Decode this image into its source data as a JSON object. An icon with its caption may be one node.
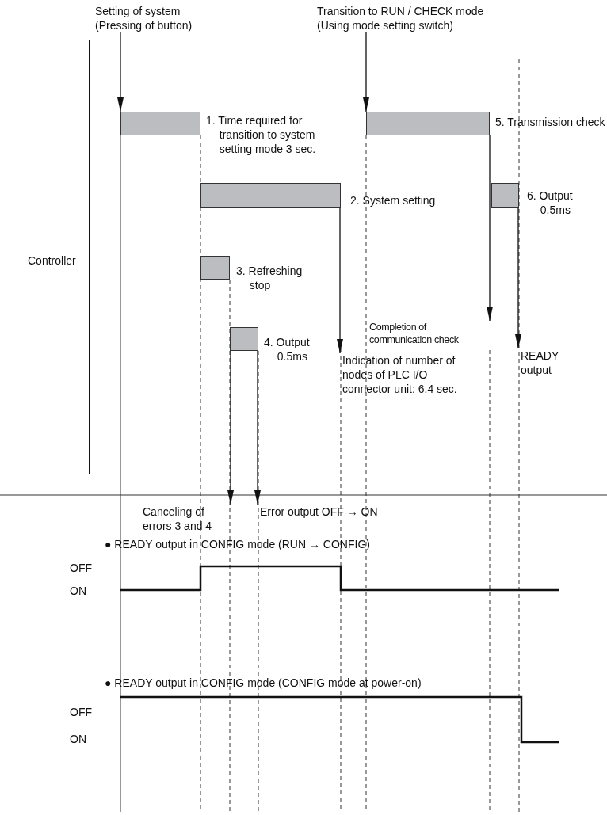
{
  "diagram": {
    "nodes": [
      {
        "text": [
          "Setting of system (Pressing of button)"
        ]
      },
      {
        "text": [
          "Transition to RUN / CHECK mode (Using mode setting switch)"
        ]
      },
      {
        "text": [],
        "shape": "bar",
        "beside": [
          "1. Time required for transition to system setting mode 3 sec."
        ]
      },
      {
        "text": [],
        "shape": "bar",
        "beside": [
          "2. System setting"
        ]
      },
      {
        "text": [],
        "shape": "bar",
        "beside": [
          "3. Refreshing stop"
        ]
      },
      {
        "text": [],
        "shape": "bar",
        "beside": [
          "4. Output 0.5ms"
        ]
      },
      {
        "text": [],
        "shape": "bar",
        "beside": [
          "5. Transmission check"
        ]
      },
      {
        "text": [],
        "shape": "bar",
        "beside": [
          "6. Output 0.5ms"
        ]
      },
      {
        "text": [
          "Indication of number of nodes of PLC I/O connector unit: 6.4 sec."
        ]
      },
      {
        "text": [
          "Completion of communication check"
        ]
      },
      {
        "text": [
          "READY output"
        ]
      },
      {
        "text": [
          "Canceling of errors 3 and 4"
        ]
      },
      {
        "text": [
          "Error output OFF → ON"
        ]
      }
    ],
    "edges": [
      {
        "from": 0,
        "to": 2,
        "arrow": "to"
      },
      {
        "from": 1,
        "to": 6,
        "arrow": "to"
      },
      {
        "from": 3,
        "to": 8,
        "arrow": "to"
      },
      {
        "from": 6,
        "to": 9,
        "arrow": "to"
      },
      {
        "from": 7,
        "to": 10,
        "arrow": "to"
      },
      {
        "from": 5,
        "to": 11,
        "arrow": "to"
      },
      {
        "from": 5,
        "to": 12,
        "arrow": "to"
      }
    ],
    "labels": [
      "Controller",
      "● READY output in CONFIG mode (RUN → CONFIG)",
      "OFF",
      "ON",
      "● READY output in CONFIG mode (CONFIG mode at power-on)",
      "OFF",
      "ON"
    ]
  }
}
